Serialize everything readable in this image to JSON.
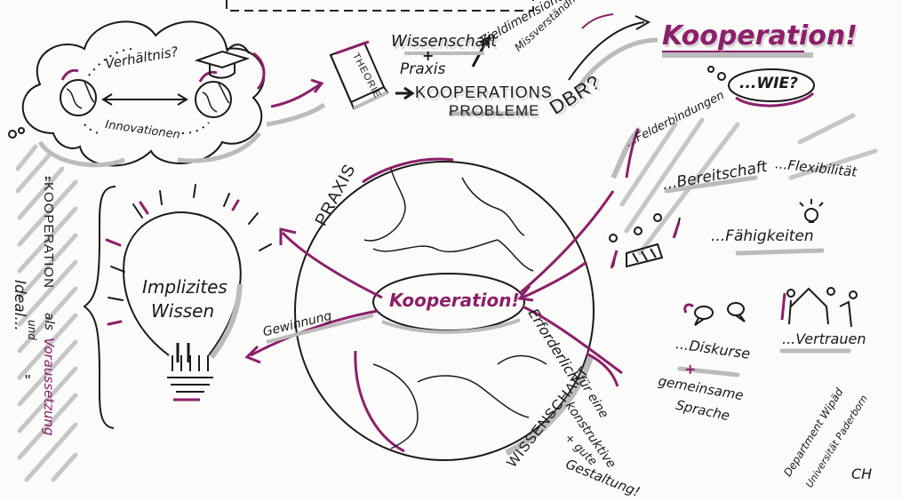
{
  "colors": {
    "accent": "#8c1f6a",
    "ink": "#1a1a1a",
    "shade": "#bdbdbd"
  },
  "cloud": {
    "top_label": "Verhältnis?",
    "bottom_label": "Innovationen"
  },
  "book": {
    "spine_label": "THEORIE"
  },
  "header": {
    "wissenschaft": "Wissenschaft",
    "plus": "+",
    "praxis": "Praxis",
    "kooperations": "KOOPERATIONS",
    "probleme": "PROBLEME",
    "zieldimensionen": "Zieldimensionen...",
    "missverstaendnis": "Missverständnis...",
    "dbr": "DBR?"
  },
  "kooperation_title": "Kooperation!",
  "wie": "...WIE?",
  "globe": {
    "praxis": "PRAXIS",
    "wissenschaft": "WISSENSCHAFT",
    "center": "Kooperation!"
  },
  "bulb": {
    "line1": "Implizites",
    "line2": "Wissen"
  },
  "gewinnung": "Gewinnung",
  "erforderlich": "Erforderlich",
  "fuer_eine": "für eine",
  "konstruktive": "konstruktive",
  "gute": "+ gute",
  "gestaltung": "Gestaltung!",
  "quote": {
    "open": "„",
    "kooperation": "KOOPERATION",
    "als": "als",
    "voraussetzung": "Voraussetzung",
    "und": "und",
    "ideal": "Ideal...",
    "close": "\""
  },
  "factors": {
    "felderbindungen": "...Felderbindungen",
    "bereitschaft": "...Bereitschaft",
    "flexibilitaet": "...Flexibilität",
    "faehigkeiten": "...Fähigkeiten",
    "vertrauen": "...Vertrauen",
    "diskurse": "...Diskurse",
    "plus": "+",
    "gemeinsame": "gemeinsame",
    "sprache": "Sprache"
  },
  "credit": {
    "line1": "Department Wipäd",
    "line2": "Universität Paderborn",
    "signature": "CH"
  }
}
